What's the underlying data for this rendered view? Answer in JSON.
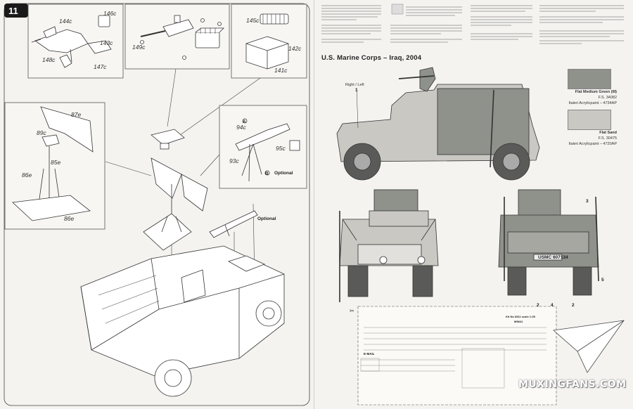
{
  "left_page": {
    "step_number": "11",
    "parts": {
      "p144c": "144c",
      "p146c": "146c",
      "p143c": "143c",
      "p148c": "148c",
      "p147c": "147c",
      "p149c": "149c",
      "p145c": "145c",
      "p142c": "142c",
      "p141c": "141c",
      "p87e": "87e",
      "p89c": "89c",
      "p85e": "85e",
      "p86e_a": "86e",
      "p86e_b": "86e",
      "p94c": "94c",
      "p93c": "93c",
      "p95c": "95c"
    },
    "markers": {
      "a": "A",
      "b": "B"
    },
    "optional_1": "Optional",
    "optional_2": "Optional"
  },
  "right_page": {
    "section_title": "U.S. Marine Corps – Iraq, 2004",
    "view_label": "Right / Left",
    "callouts": {
      "c1": "1",
      "c2a": "2",
      "c2b": "2",
      "c3": "3",
      "c4": "4",
      "c5": "5"
    },
    "decal_plate": "USMC 607134",
    "colors": [
      {
        "name": "Flat Medium Green (III)",
        "fs": "F.S. 34082",
        "italeri": "Italeri Acrylicpaint – 4734AP",
        "hex": "#8f918b"
      },
      {
        "name": "Flat Sand",
        "fs": "F.S. 30475",
        "italeri": "Italeri Acrylicpaint – 4720AP",
        "hex": "#c9c8c3"
      }
    ],
    "form": {
      "kit_ref": "Kit No 6511 scale 1:35",
      "code": "M9841",
      "email_label": "E-MAIL"
    }
  },
  "watermark": "MUXINGFANS.COM"
}
